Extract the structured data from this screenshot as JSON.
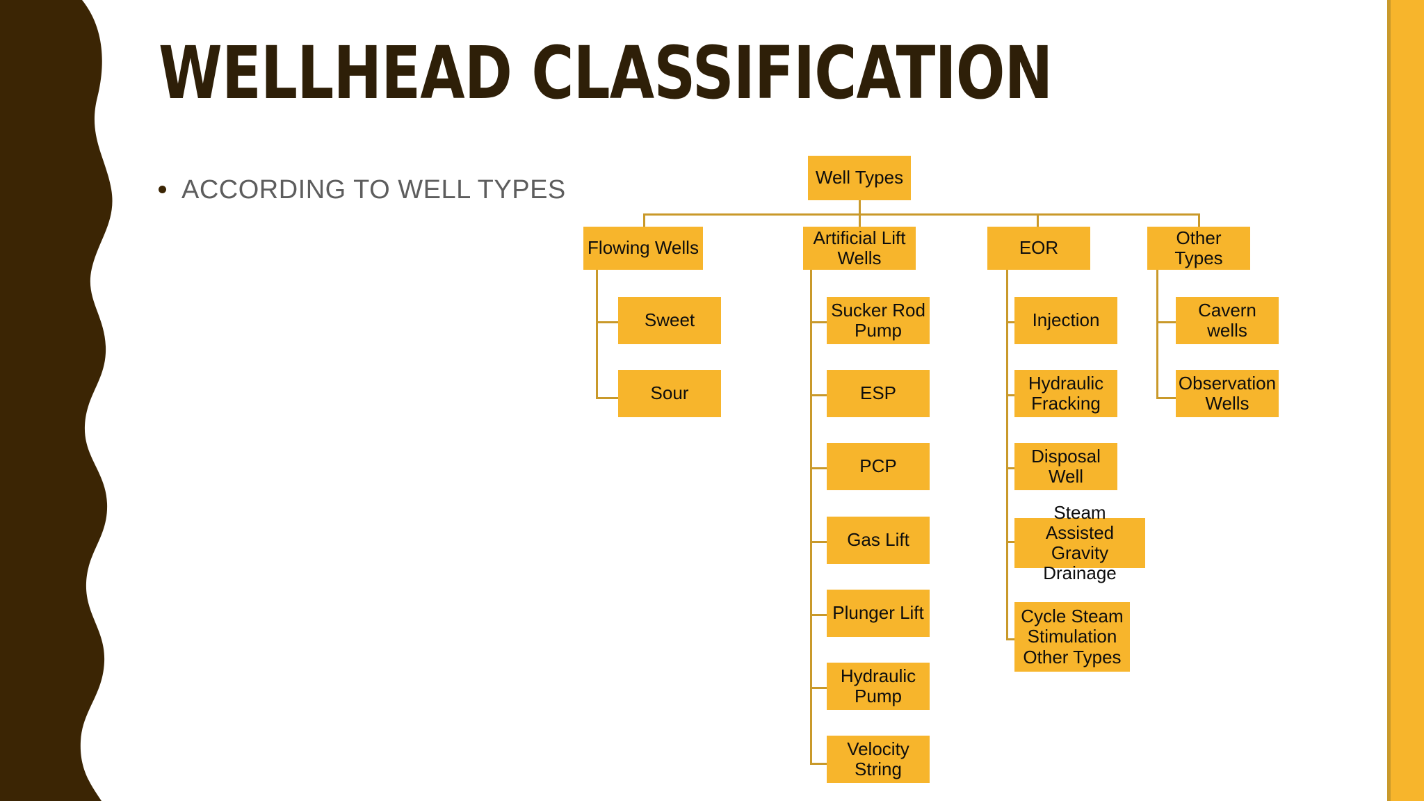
{
  "slide": {
    "title": "WELLHEAD CLASSIFICATION",
    "bullet": "ACCORDING TO WELL TYPES",
    "colors": {
      "title_brown": "#2E1F08",
      "wave_brown": "#3B2504",
      "node_amber": "#F7B52C",
      "connector_gold": "#C9992A",
      "right_bar_amber": "#F7B52C",
      "bullet_text_gray": "#5d5d5d",
      "background": "#FFFFFF"
    }
  },
  "chart_data": {
    "type": "tree",
    "title": "Well Types classification",
    "root": "Well Types",
    "branches": [
      {
        "name": "Flowing Wells",
        "children": [
          "Sweet",
          "Sour"
        ]
      },
      {
        "name": "Artificial Lift Wells",
        "children": [
          "Sucker Rod Pump",
          "ESP",
          "PCP",
          "Gas Lift",
          "Plunger Lift",
          "Hydraulic Pump",
          "Velocity String"
        ]
      },
      {
        "name": "EOR",
        "children": [
          "Injection",
          "Hydraulic Fracking",
          "Disposal Well",
          "Steam Assisted Gravity Drainage",
          "Cycle Steam Stimulation Other Types"
        ]
      },
      {
        "name": "Other Types",
        "children": [
          "Cavern wells",
          "Observation Wells"
        ]
      }
    ]
  },
  "nodes": {
    "root": "Well Types",
    "l1": {
      "flowing": "Flowing Wells",
      "artificial": "Artificial Lift\nWells",
      "eor": "EOR",
      "other": "Other Types"
    },
    "flowing_children": {
      "sweet": "Sweet",
      "sour": "Sour"
    },
    "artificial_children": {
      "sucker_rod_pump": "Sucker Rod\nPump",
      "esp": "ESP",
      "pcp": "PCP",
      "gas_lift": "Gas Lift",
      "plunger_lift": "Plunger Lift",
      "hydraulic_pump": "Hydraulic\nPump",
      "velocity_string": "Velocity\nString"
    },
    "eor_children": {
      "injection": "Injection",
      "hydraulic_fracking": "Hydraulic\nFracking",
      "disposal_well": "Disposal Well",
      "sagd": "Steam Assisted\nGravity Drainage",
      "cycle_steam": "Cycle Steam\nStimulation\nOther Types"
    },
    "other_children": {
      "cavern_wells": "Cavern wells",
      "observation_wells": "Observation\nWells"
    }
  }
}
